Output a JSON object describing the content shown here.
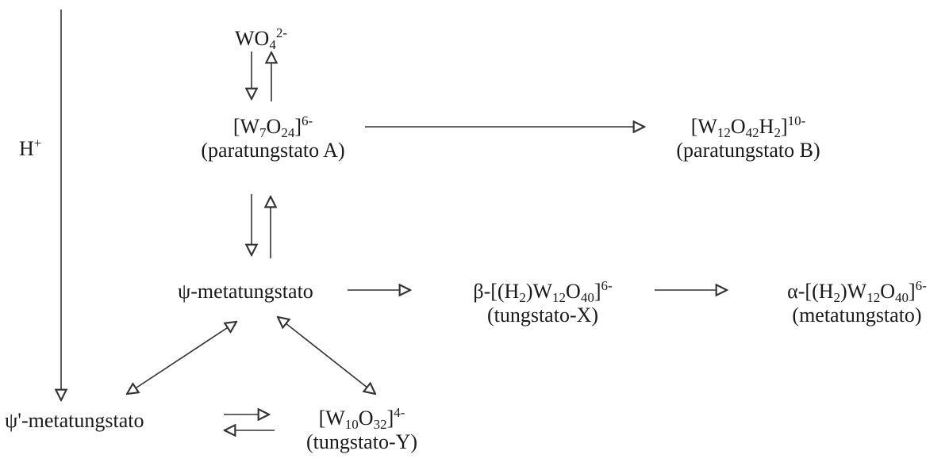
{
  "nodes": {
    "wo4": {
      "base": "WO",
      "sub": "4",
      "sup": "2-"
    },
    "w7o24": {
      "pre": "[W",
      "sub1": "7",
      "mid": "O",
      "sub2": "24",
      "post": "]",
      "sup": "6-",
      "label": "(paratungstato A)"
    },
    "w12o42h2": {
      "pre": "[W",
      "sub1": "12",
      "mid1": "O",
      "sub2": "42",
      "mid2": "H",
      "sub3": "2",
      "post": "]",
      "sup": "10-",
      "label": "(paratungstato B)"
    },
    "psi": {
      "text": "ψ-metatungstato"
    },
    "beta": {
      "pre": "β-[(H",
      "sub1": "2",
      "mid1": ")W",
      "sub2": "12",
      "mid2": "O",
      "sub3": "40",
      "post": "]",
      "sup": "6-",
      "label": "(tungstato-X)"
    },
    "alpha": {
      "pre": "α-[(H",
      "sub1": "2",
      "mid1": ")W",
      "sub2": "12",
      "mid2": "O",
      "sub3": "40",
      "post": "]",
      "sup": "6-",
      "label": "(metatungstato)"
    },
    "psiprime": {
      "text": "ψ'-metatungstato"
    },
    "w10o32": {
      "pre": "[W",
      "sub1": "10",
      "mid": "O",
      "sub2": "32",
      "post": "]",
      "sup": "4-",
      "label": "(tungstato-Y)"
    },
    "hplus": {
      "base": "H",
      "sup": "+"
    }
  },
  "colors": {
    "text": "#1a1a1a",
    "arrow": "#333333"
  }
}
